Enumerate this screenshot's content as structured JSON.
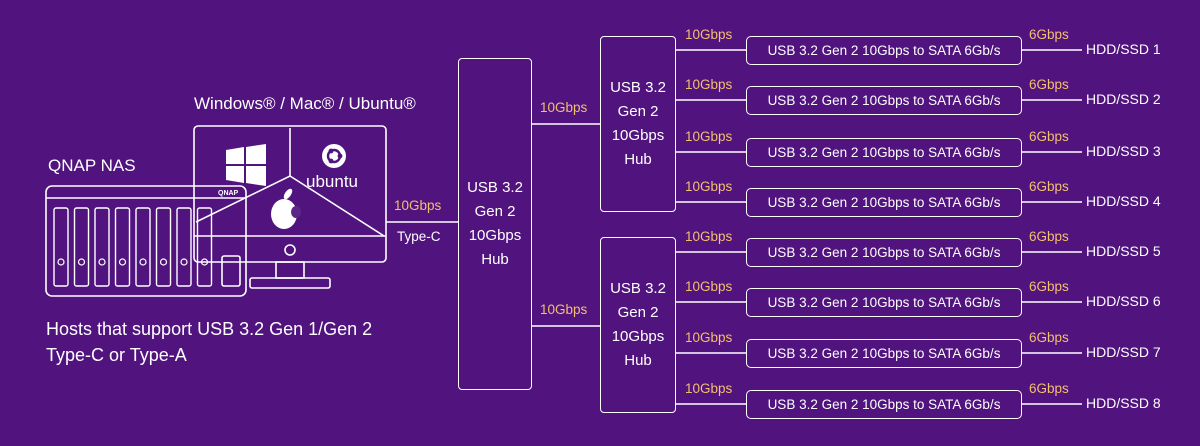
{
  "os_label": "Windows® / Mac® / Ubuntu®",
  "ubuntu_label": "ubuntu",
  "nas_label": "QNAP NAS",
  "nas_logo": "QNAP",
  "hosts_line1": "Hosts that support USB 3.2 Gen 1/Gen 2",
  "hosts_line2": "Type-C or Type-A",
  "host_link": {
    "speed": "10Gbps",
    "port": "Type-C"
  },
  "main_hub": [
    "USB 3.2",
    "Gen 2",
    "10Gbps",
    "Hub"
  ],
  "sub_hubs": [
    {
      "uplink": "10Gbps",
      "lines": [
        "USB 3.2",
        "Gen 2",
        "10Gbps",
        "Hub"
      ]
    },
    {
      "uplink": "10Gbps",
      "lines": [
        "USB 3.2",
        "Gen 2",
        "10Gbps",
        "Hub"
      ]
    }
  ],
  "drives": [
    {
      "usb_speed": "10Gbps",
      "bridge": "USB 3.2 Gen 2 10Gbps to SATA 6Gb/s",
      "sata_speed": "6Gbps",
      "label": "HDD/SSD 1"
    },
    {
      "usb_speed": "10Gbps",
      "bridge": "USB 3.2 Gen 2 10Gbps to SATA 6Gb/s",
      "sata_speed": "6Gbps",
      "label": "HDD/SSD 2"
    },
    {
      "usb_speed": "10Gbps",
      "bridge": "USB 3.2 Gen 2 10Gbps to SATA 6Gb/s",
      "sata_speed": "6Gbps",
      "label": "HDD/SSD 3"
    },
    {
      "usb_speed": "10Gbps",
      "bridge": "USB 3.2 Gen 2 10Gbps to SATA 6Gb/s",
      "sata_speed": "6Gbps",
      "label": "HDD/SSD 4"
    },
    {
      "usb_speed": "10Gbps",
      "bridge": "USB 3.2 Gen 2 10Gbps to SATA 6Gb/s",
      "sata_speed": "6Gbps",
      "label": "HDD/SSD 5"
    },
    {
      "usb_speed": "10Gbps",
      "bridge": "USB 3.2 Gen 2 10Gbps to SATA 6Gb/s",
      "sata_speed": "6Gbps",
      "label": "HDD/SSD 6"
    },
    {
      "usb_speed": "10Gbps",
      "bridge": "USB 3.2 Gen 2 10Gbps to SATA 6Gb/s",
      "sata_speed": "6Gbps",
      "label": "HDD/SSD 7"
    },
    {
      "usb_speed": "10Gbps",
      "bridge": "USB 3.2 Gen 2 10Gbps to SATA 6Gb/s",
      "sata_speed": "6Gbps",
      "label": "HDD/SSD 8"
    }
  ],
  "colors": {
    "background": "#51137e",
    "line": "#ffffff",
    "speed_text": "#f3c06b"
  }
}
